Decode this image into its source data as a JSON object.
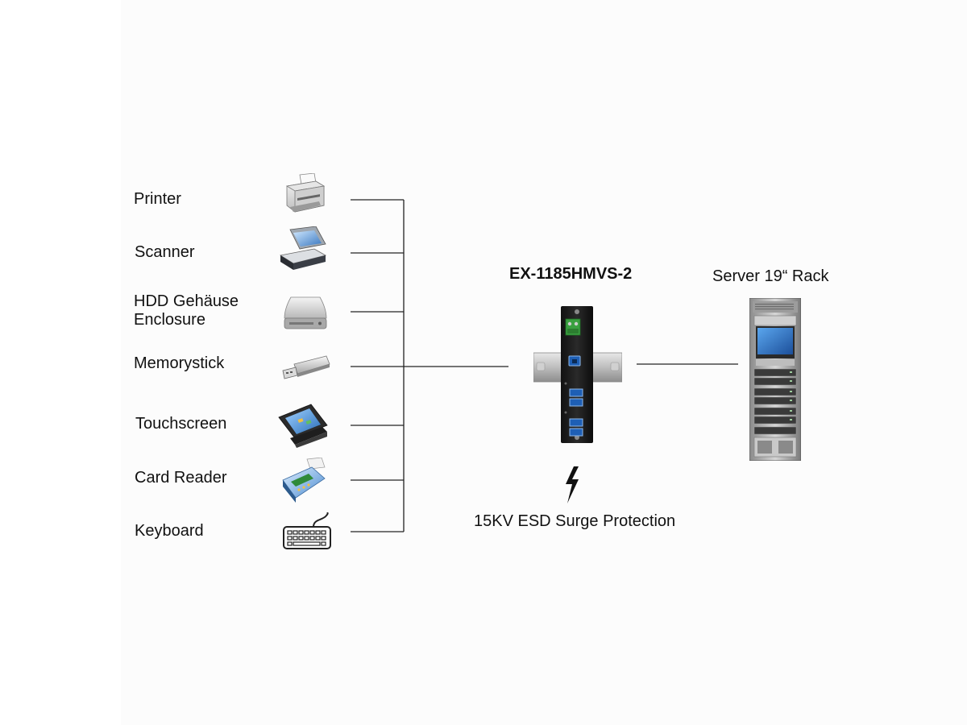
{
  "devices": [
    {
      "label": "Printer",
      "icon": "printer-icon"
    },
    {
      "label": "Scanner",
      "icon": "scanner-icon"
    },
    {
      "label_line1": "HDD Gehäuse",
      "label_line2": "Enclosure",
      "icon": "hdd-enclosure-icon"
    },
    {
      "label": "Memorystick",
      "icon": "usb-stick-icon"
    },
    {
      "label": "Touchscreen",
      "icon": "pos-touchscreen-icon"
    },
    {
      "label": "Card Reader",
      "icon": "card-reader-icon"
    },
    {
      "label": "Keyboard",
      "icon": "keyboard-icon"
    }
  ],
  "hub": {
    "name": "EX-1185HMVS-2",
    "icon": "usb-hub-din-rail-icon"
  },
  "protection": {
    "label": "15KV ESD Surge Protection",
    "icon": "lightning-bolt-icon"
  },
  "server": {
    "label": "Server 19“ Rack",
    "icon": "server-rack-icon"
  }
}
